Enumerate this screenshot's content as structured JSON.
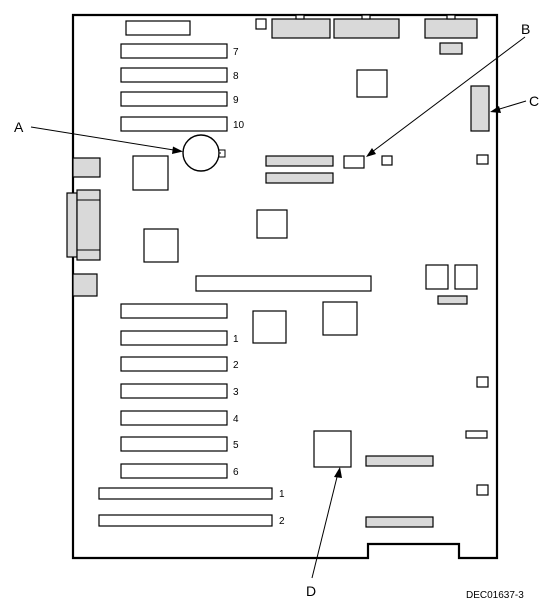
{
  "callouts": {
    "a": "A",
    "b": "B",
    "c": "C",
    "d": "D"
  },
  "slot_numbers": {
    "upper": [
      "7",
      "8",
      "9",
      "10"
    ],
    "lower": [
      "1",
      "2",
      "3",
      "4",
      "5",
      "6"
    ],
    "long": [
      "1",
      "2"
    ]
  },
  "figure_id": "DEC01637-3"
}
